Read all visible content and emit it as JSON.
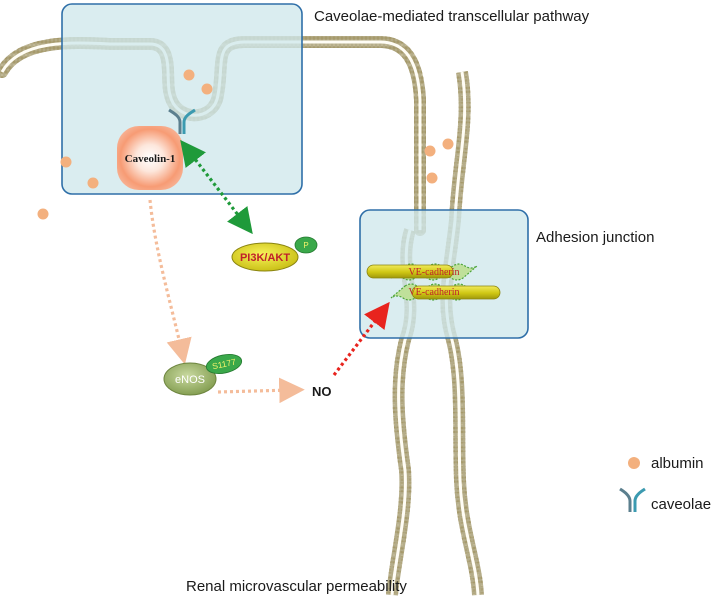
{
  "labels": {
    "caveolae_pathway": "Caveolae-mediated transcellular pathway",
    "adhesion_junction": "Adhesion junction",
    "caveolin": "Caveolin-1",
    "pi3k_akt": "PI3K/AKT",
    "phospho": "P",
    "enos": "eNOS",
    "s1177": "S1177",
    "no": "NO",
    "ve_cadherin_top": "VE-cadherin",
    "ve_cadherin_bottom": "VE-cadherin",
    "caption": "Renal microvascular permeability"
  },
  "legend": [
    {
      "label": "albumin",
      "icon": "albumin-dot-icon"
    },
    {
      "label": "caveolae",
      "icon": "caveolae-icon"
    }
  ],
  "colors": {
    "box_fill": "#cfe8ec",
    "box_stroke": "#2f6fa8",
    "albumin": "#f3b07e",
    "membrane": "#b5ad8a",
    "caveolin_glow": "#f48a62",
    "pi3k_fill": "#e3dc2a",
    "enos_fill": "#9db56a",
    "badge_green": "#3aa84a",
    "arrow_green": "#1f9a3a",
    "arrow_peach": "#f4bc9a",
    "arrow_red": "#e8241e",
    "cadherin_bar": "#d6cf1c"
  }
}
